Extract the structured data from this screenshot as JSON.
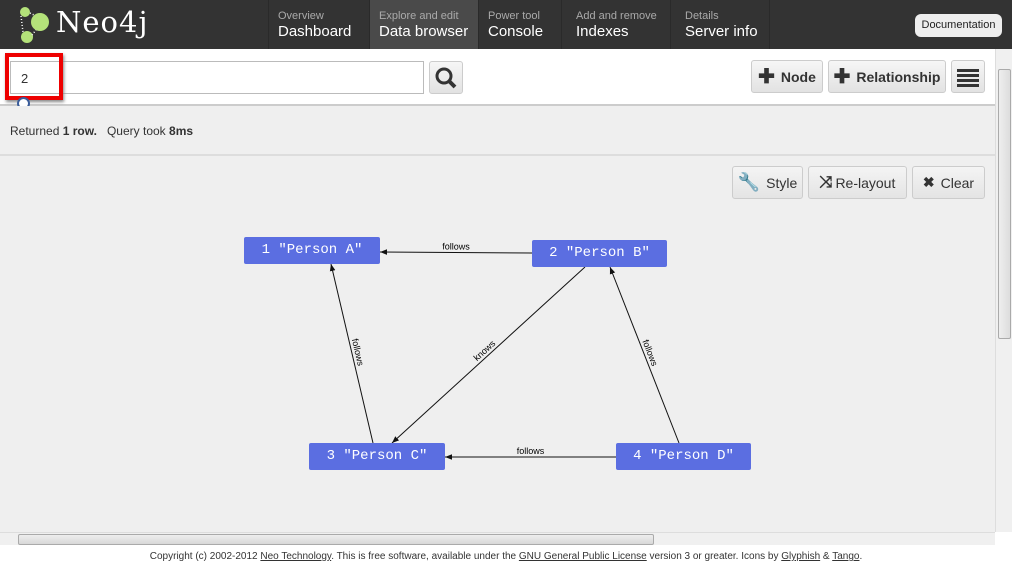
{
  "app": {
    "logo": "Neo4j"
  },
  "nav": [
    {
      "sub": "Overview",
      "main": "Dashboard"
    },
    {
      "sub": "Explore and edit",
      "main": "Data browser"
    },
    {
      "sub": "Power tool",
      "main": "Console"
    },
    {
      "sub": "Add and remove",
      "main": "Indexes"
    },
    {
      "sub": "Details",
      "main": "Server info"
    }
  ],
  "documentation": "Documentation",
  "search": {
    "value": "2"
  },
  "toolbar": {
    "node": "Node",
    "relationship": "Relationship"
  },
  "status": {
    "returned": "Returned",
    "rows": "1 row.",
    "took": "Query took",
    "time": "8ms"
  },
  "graph_buttons": {
    "style": "Style",
    "relayout": "Re-layout",
    "clear": "Clear"
  },
  "nodes": [
    {
      "label": "1 \"Person A\""
    },
    {
      "label": "2 \"Person B\""
    },
    {
      "label": "3 \"Person C\""
    },
    {
      "label": "4 \"Person D\""
    }
  ],
  "edges": [
    {
      "from": 2,
      "to": 1,
      "label": "follows"
    },
    {
      "from": 3,
      "to": 1,
      "label": "follows"
    },
    {
      "from": 2,
      "to": 3,
      "label": "knows"
    },
    {
      "from": 4,
      "to": 2,
      "label": "follows"
    },
    {
      "from": 4,
      "to": 3,
      "label": "follows"
    }
  ],
  "footer": {
    "t1": "Copyright (c) 2002-2012 ",
    "l1": "Neo Technology",
    "t2": ". This is free software, available under the ",
    "l2": "GNU General Public License",
    "t3": " version 3 or greater. Icons by ",
    "l3": "Glyphish",
    "t4": " & ",
    "l4": "Tango",
    "t5": "."
  },
  "colors": {
    "node": "#5b6ee1",
    "nav": "#333333",
    "highlight": "#ee0000"
  }
}
